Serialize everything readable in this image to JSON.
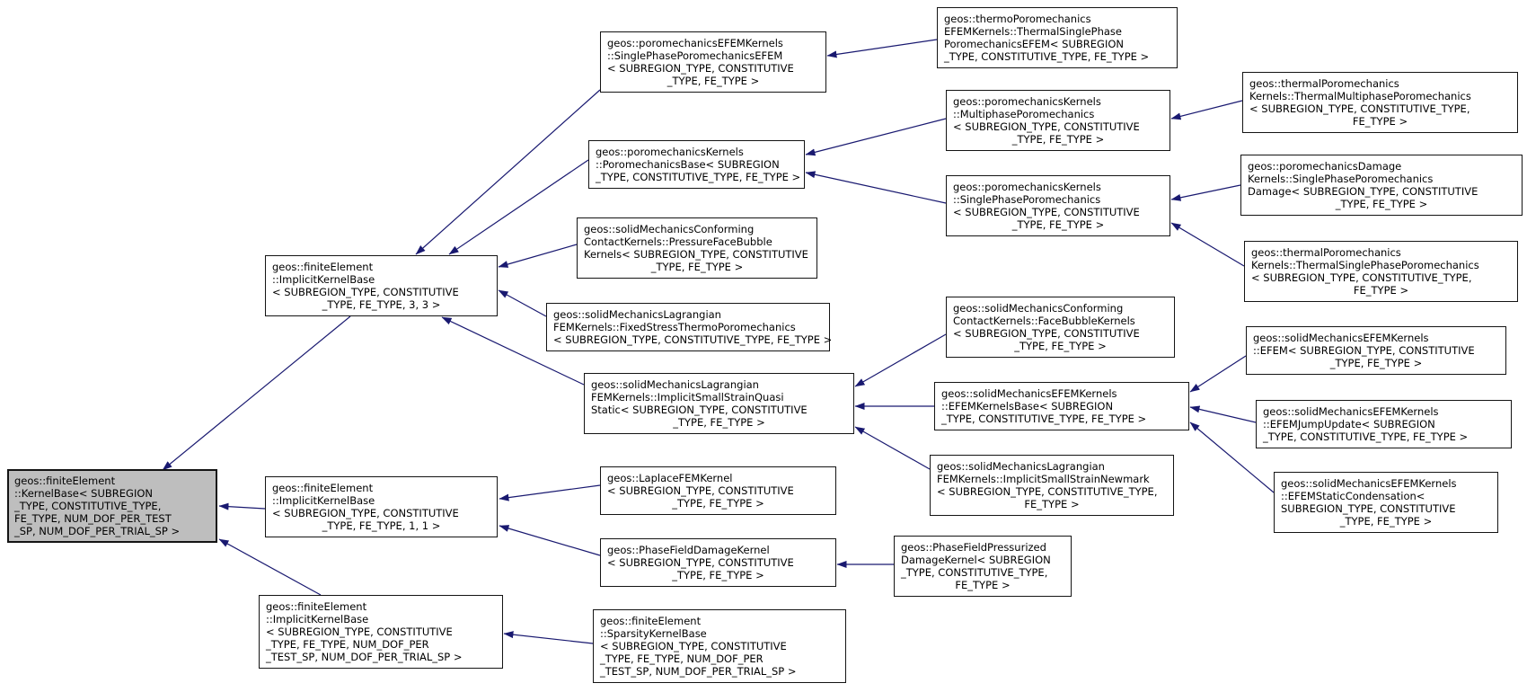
{
  "diagram": {
    "type": "class-inheritance-graph",
    "colors": {
      "background": "#ffffff",
      "node_fill": "#ffffff",
      "node_border": "#141414",
      "highlight_fill": "#bebebe",
      "edge": "#191970",
      "text": "#000000"
    },
    "nodes": [
      {
        "id": "kernel-base",
        "highlighted": true,
        "lines": [
          "geos::finiteElement",
          "::KernelBase< SUBREGION",
          "_TYPE, CONSTITUTIVE_TYPE,",
          "FE_TYPE, NUM_DOF_PER_TEST",
          "_SP, NUM_DOF_PER_TRIAL_SP >"
        ]
      },
      {
        "id": "implicit-kernel-base-3-3",
        "highlighted": false,
        "lines": [
          "geos::finiteElement",
          "::ImplicitKernelBase",
          "< SUBREGION_TYPE, CONSTITUTIVE",
          "_TYPE, FE_TYPE, 3, 3 >"
        ]
      },
      {
        "id": "implicit-kernel-base-1-1",
        "highlighted": false,
        "lines": [
          "geos::finiteElement",
          "::ImplicitKernelBase",
          "< SUBREGION_TYPE, CONSTITUTIVE",
          "_TYPE, FE_TYPE, 1, 1 >"
        ]
      },
      {
        "id": "implicit-kernel-base-numdof",
        "highlighted": false,
        "lines": [
          "geos::finiteElement",
          "::ImplicitKernelBase",
          "< SUBREGION_TYPE, CONSTITUTIVE",
          "_TYPE, FE_TYPE, NUM_DOF_PER",
          "_TEST_SP, NUM_DOF_PER_TRIAL_SP >"
        ]
      },
      {
        "id": "single-phase-poromechanics-efem",
        "highlighted": false,
        "lines": [
          "geos::poromechanicsEFEMKernels",
          "::SinglePhasePoromechanicsEFEM",
          "< SUBREGION_TYPE, CONSTITUTIVE",
          "_TYPE, FE_TYPE >"
        ]
      },
      {
        "id": "poromechanics-base",
        "highlighted": false,
        "lines": [
          "geos::poromechanicsKernels",
          "::PoromechanicsBase< SUBREGION",
          "_TYPE, CONSTITUTIVE_TYPE, FE_TYPE >"
        ]
      },
      {
        "id": "pressure-face-bubble-kernels",
        "highlighted": false,
        "lines": [
          "geos::solidMechanicsConforming",
          "ContactKernels::PressureFaceBubble",
          "Kernels< SUBREGION_TYPE, CONSTITUTIVE",
          "_TYPE, FE_TYPE >"
        ]
      },
      {
        "id": "fixed-stress-thermo-poromechanics",
        "highlighted": false,
        "lines": [
          "geos::solidMechanicsLagrangian",
          "FEMKernels::FixedStressThermoPoromechanics",
          "< SUBREGION_TYPE, CONSTITUTIVE_TYPE, FE_TYPE >"
        ]
      },
      {
        "id": "implicit-small-strain-quasi-static",
        "highlighted": false,
        "lines": [
          "geos::solidMechanicsLagrangian",
          "FEMKernels::ImplicitSmallStrainQuasi",
          "Static< SUBREGION_TYPE, CONSTITUTIVE",
          "_TYPE, FE_TYPE >"
        ]
      },
      {
        "id": "laplace-fem-kernel",
        "highlighted": false,
        "lines": [
          "geos::LaplaceFEMKernel",
          "< SUBREGION_TYPE, CONSTITUTIVE",
          "_TYPE, FE_TYPE >"
        ]
      },
      {
        "id": "phase-field-damage-kernel",
        "highlighted": false,
        "lines": [
          "geos::PhaseFieldDamageKernel",
          "< SUBREGION_TYPE, CONSTITUTIVE",
          "_TYPE, FE_TYPE >"
        ]
      },
      {
        "id": "sparsity-kernel-base",
        "highlighted": false,
        "lines": [
          "geos::finiteElement",
          "::SparsityKernelBase",
          "< SUBREGION_TYPE, CONSTITUTIVE",
          "_TYPE, FE_TYPE, NUM_DOF_PER",
          "_TEST_SP, NUM_DOF_PER_TRIAL_SP >"
        ]
      },
      {
        "id": "thermal-single-phase-poromechanics-efem",
        "highlighted": false,
        "lines": [
          "geos::thermoPoromechanics",
          "EFEMKernels::ThermalSinglePhase",
          "PoromechanicsEFEM< SUBREGION",
          "_TYPE, CONSTITUTIVE_TYPE, FE_TYPE >"
        ]
      },
      {
        "id": "multiphase-poromechanics",
        "highlighted": false,
        "lines": [
          "geos::poromechanicsKernels",
          "::MultiphasePoromechanics",
          "< SUBREGION_TYPE, CONSTITUTIVE",
          "_TYPE, FE_TYPE >"
        ]
      },
      {
        "id": "single-phase-poromechanics",
        "highlighted": false,
        "lines": [
          "geos::poromechanicsKernels",
          "::SinglePhasePoromechanics",
          "< SUBREGION_TYPE, CONSTITUTIVE",
          "_TYPE, FE_TYPE >"
        ]
      },
      {
        "id": "face-bubble-kernels",
        "highlighted": false,
        "lines": [
          "geos::solidMechanicsConforming",
          "ContactKernels::FaceBubbleKernels",
          "< SUBREGION_TYPE, CONSTITUTIVE",
          "_TYPE, FE_TYPE >"
        ]
      },
      {
        "id": "efem-kernels-base",
        "highlighted": false,
        "lines": [
          "geos::solidMechanicsEFEMKernels",
          "::EFEMKernelsBase< SUBREGION",
          "_TYPE, CONSTITUTIVE_TYPE, FE_TYPE >"
        ]
      },
      {
        "id": "implicit-small-strain-newmark",
        "highlighted": false,
        "lines": [
          "geos::solidMechanicsLagrangian",
          "FEMKernels::ImplicitSmallStrainNewmark",
          "< SUBREGION_TYPE, CONSTITUTIVE_TYPE,",
          "FE_TYPE >"
        ]
      },
      {
        "id": "phase-field-pressurized-damage-kernel",
        "highlighted": false,
        "lines": [
          "geos::PhaseFieldPressurized",
          "DamageKernel< SUBREGION",
          "_TYPE, CONSTITUTIVE_TYPE,",
          "FE_TYPE >"
        ]
      },
      {
        "id": "thermal-multiphase-poromechanics",
        "highlighted": false,
        "lines": [
          "geos::thermalPoromechanics",
          "Kernels::ThermalMultiphasePoromechanics",
          "< SUBREGION_TYPE, CONSTITUTIVE_TYPE,",
          "FE_TYPE >"
        ]
      },
      {
        "id": "single-phase-poromechanics-damage",
        "highlighted": false,
        "lines": [
          "geos::poromechanicsDamage",
          "Kernels::SinglePhasePoromechanics",
          "Damage< SUBREGION_TYPE, CONSTITUTIVE",
          "_TYPE, FE_TYPE >"
        ]
      },
      {
        "id": "thermal-single-phase-poromechanics",
        "highlighted": false,
        "lines": [
          "geos::thermalPoromechanics",
          "Kernels::ThermalSinglePhasePoromechanics",
          "< SUBREGION_TYPE, CONSTITUTIVE_TYPE,",
          "FE_TYPE >"
        ]
      },
      {
        "id": "efem",
        "highlighted": false,
        "lines": [
          "geos::solidMechanicsEFEMKernels",
          "::EFEM< SUBREGION_TYPE, CONSTITUTIVE",
          "_TYPE, FE_TYPE >"
        ]
      },
      {
        "id": "efem-jump-update",
        "highlighted": false,
        "lines": [
          "geos::solidMechanicsEFEMKernels",
          "::EFEMJumpUpdate< SUBREGION",
          "_TYPE, CONSTITUTIVE_TYPE, FE_TYPE >"
        ]
      },
      {
        "id": "efem-static-condensation",
        "highlighted": false,
        "lines": [
          "geos::solidMechanicsEFEMKernels",
          "::EFEMStaticCondensation<",
          "SUBREGION_TYPE, CONSTITUTIVE",
          "_TYPE, FE_TYPE >"
        ]
      }
    ],
    "edges": [
      {
        "from": "implicit-kernel-base-3-3",
        "to": "kernel-base"
      },
      {
        "from": "implicit-kernel-base-1-1",
        "to": "kernel-base"
      },
      {
        "from": "implicit-kernel-base-numdof",
        "to": "kernel-base"
      },
      {
        "from": "single-phase-poromechanics-efem",
        "to": "implicit-kernel-base-3-3"
      },
      {
        "from": "poromechanics-base",
        "to": "implicit-kernel-base-3-3"
      },
      {
        "from": "pressure-face-bubble-kernels",
        "to": "implicit-kernel-base-3-3"
      },
      {
        "from": "fixed-stress-thermo-poromechanics",
        "to": "implicit-kernel-base-3-3"
      },
      {
        "from": "implicit-small-strain-quasi-static",
        "to": "implicit-kernel-base-3-3"
      },
      {
        "from": "thermal-single-phase-poromechanics-efem",
        "to": "single-phase-poromechanics-efem"
      },
      {
        "from": "multiphase-poromechanics",
        "to": "poromechanics-base"
      },
      {
        "from": "single-phase-poromechanics",
        "to": "poromechanics-base"
      },
      {
        "from": "thermal-multiphase-poromechanics",
        "to": "multiphase-poromechanics"
      },
      {
        "from": "single-phase-poromechanics-damage",
        "to": "single-phase-poromechanics"
      },
      {
        "from": "thermal-single-phase-poromechanics",
        "to": "single-phase-poromechanics"
      },
      {
        "from": "face-bubble-kernels",
        "to": "implicit-small-strain-quasi-static"
      },
      {
        "from": "efem-kernels-base",
        "to": "implicit-small-strain-quasi-static"
      },
      {
        "from": "implicit-small-strain-newmark",
        "to": "implicit-small-strain-quasi-static"
      },
      {
        "from": "efem",
        "to": "efem-kernels-base"
      },
      {
        "from": "efem-jump-update",
        "to": "efem-kernels-base"
      },
      {
        "from": "efem-static-condensation",
        "to": "efem-kernels-base"
      },
      {
        "from": "laplace-fem-kernel",
        "to": "implicit-kernel-base-1-1"
      },
      {
        "from": "phase-field-damage-kernel",
        "to": "implicit-kernel-base-1-1"
      },
      {
        "from": "phase-field-pressurized-damage-kernel",
        "to": "phase-field-damage-kernel"
      },
      {
        "from": "sparsity-kernel-base",
        "to": "implicit-kernel-base-numdof"
      }
    ]
  }
}
